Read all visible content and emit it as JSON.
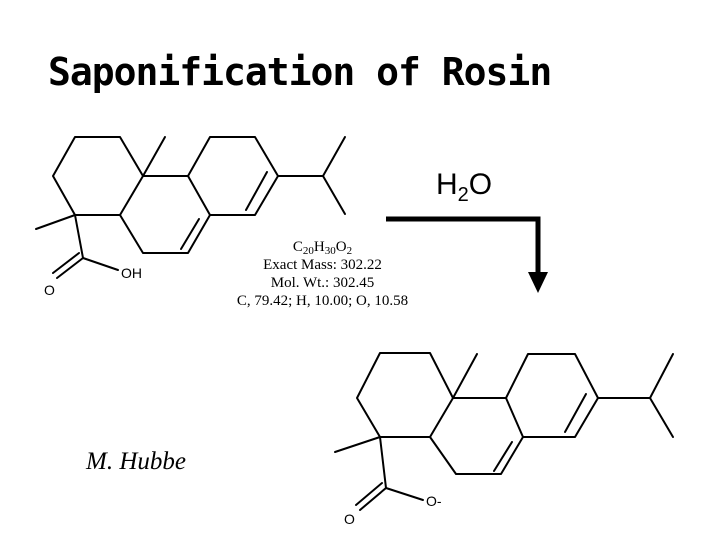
{
  "title": "Saponification of Rosin",
  "reactant": {
    "atoms": {
      "carbonyl_o": "O",
      "hydroxyl": "OH"
    },
    "formula": {
      "c": "C",
      "c_count": "20",
      "h": "H",
      "h_count": "30",
      "o": "O",
      "o_count": "2"
    },
    "exact_mass": "Exact Mass: 302.22",
    "mol_wt": "Mol. Wt.: 302.45",
    "composition": "C, 79.42; H, 10.00; O, 10.58"
  },
  "reagent": {
    "symbol_h": "H",
    "subscript": "2",
    "symbol_o": "O"
  },
  "product": {
    "atoms": {
      "carbonyl_o": "O",
      "carboxylate_o": "O-"
    }
  },
  "author": "M. Hubbe"
}
